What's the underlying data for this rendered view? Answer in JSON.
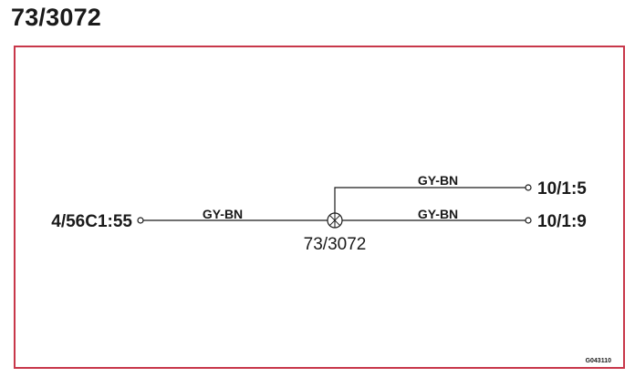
{
  "page": {
    "title": "73/3072"
  },
  "diagram": {
    "connector_left": "4/56C1:55",
    "connector_right_top": "10/1:5",
    "connector_right_bottom": "10/1:9",
    "splice": "73/3072",
    "wire_left": "GY-BN",
    "wire_right_top": "GY-BN",
    "wire_right_bottom": "GY-BN",
    "image_code": "G043110"
  },
  "colors": {
    "frame_border": "#c8374a",
    "ink": "#1a1a1a"
  }
}
